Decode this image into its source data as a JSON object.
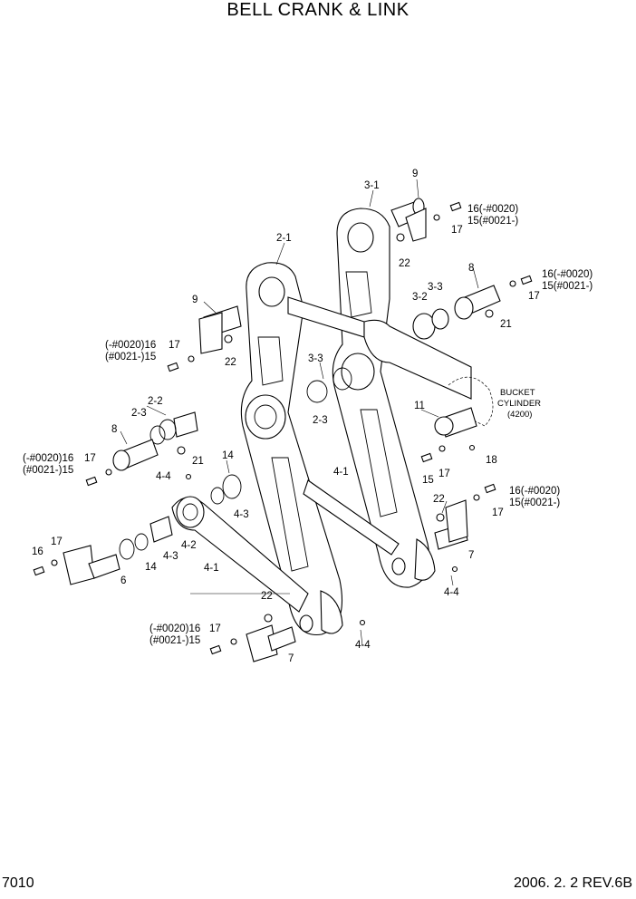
{
  "title": "BELL CRANK & LINK",
  "footer": {
    "page_code": "7010",
    "date_rev": "2006. 2.  2  REV.6B"
  },
  "callouts": [
    "9",
    "3-1",
    "16(-#0020)",
    "15(#0021-)",
    "17",
    "2-1",
    "22",
    "8",
    "3-3",
    "3-2",
    "16(-#0020)",
    "15(#0021-)",
    "17",
    "21",
    "9",
    "(-#0020)16",
    "(#0021-)15",
    "17",
    "22",
    "3-3",
    "BUCKET",
    "CYLINDER",
    "(4200)",
    "2-2",
    "2-3",
    "2-3",
    "11",
    "8",
    "21",
    "(-#0020)16",
    "(#0021-)15",
    "17",
    "14",
    "18",
    "4-4",
    "4-1",
    "15",
    "17",
    "22",
    "16(-#0020)",
    "15(#0021-)",
    "17",
    "4-3",
    "17",
    "16",
    "4-2",
    "4-3",
    "14",
    "4-1",
    "6",
    "7",
    "4-4",
    "22",
    "(-#0020)16",
    "(#0021-)15",
    "17",
    "7",
    "4-4"
  ]
}
